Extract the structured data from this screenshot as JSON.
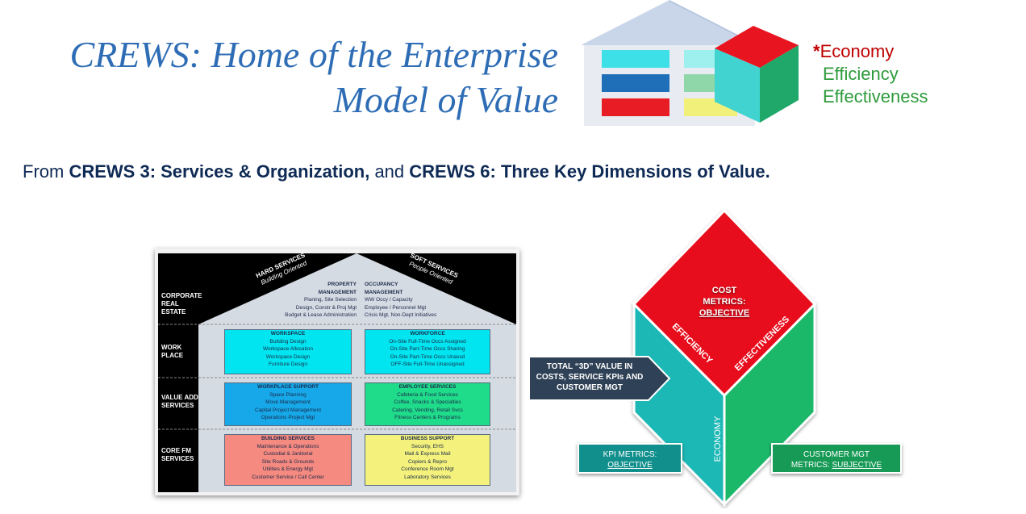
{
  "header": {
    "title_line1": "CREWS: Home of the Enterprise",
    "title_line2": "Model of Value",
    "legend_star": "*",
    "legend": [
      "Economy",
      "Efficiency",
      "Effectiveness"
    ],
    "colors": {
      "economy": "#c00000",
      "efficiency": "#2e9b3c",
      "effectiveness": "#2e9b3c",
      "title": "#2e6db5"
    }
  },
  "subtitle": {
    "prefix": "From ",
    "part1": "CREWS 3: Services & Organization,",
    "mid": " and ",
    "part2": "CREWS 6: Three Key Dimensions of Value."
  },
  "house": {
    "roof_left_title": "HARD SERVICES",
    "roof_left_sub": "Building Oriented",
    "roof_right_title": "SOFT SERVICES",
    "roof_right_sub": "People Oriented",
    "rows": [
      "CORPORATE REAL ESTATE",
      "WORK PLACE",
      "VALUE ADD SERVICES",
      "CORE FM SERVICES"
    ],
    "property": {
      "title": "PROPERTY MANAGEMENT",
      "lines": [
        "Planing, Site Selection",
        "Design, Constr & Proj Mgt",
        "Budget & Lease Administration"
      ]
    },
    "occupancy": {
      "title": "OCCUPANCY MANAGEMENT",
      "lines": [
        "WW Occy / Capacity",
        "Employee / Personnel Mgt",
        "Crisis Mgt, Non-Dept Initiatives"
      ]
    },
    "workspace": {
      "title": "WORKSPACE",
      "lines": [
        "Building Design",
        "Workspace Allocation",
        "Workspace Design",
        "Furniture Design"
      ]
    },
    "workforce": {
      "title": "WORKFORCE",
      "lines": [
        "On-Site Full-Time Occs Assigned",
        "On-Site Part-Time Occs Sharing",
        "On-Site Part-Time Occs Unassd",
        "OFF-Site Full-Time Unassigned"
      ]
    },
    "workplace_support": {
      "title": "WORKPLACE SUPPORT",
      "lines": [
        "Space Planning",
        "Move Management",
        "Capital Project Management",
        "Operations Project Mgt"
      ]
    },
    "employee_services": {
      "title": "EMPLOYEE SERVICES",
      "lines": [
        "Cafeteria & Food Services",
        "Coffee, Snacks & Specialties",
        "Catering, Vending, Retail Svcs",
        "Fitness Centers & Programs"
      ]
    },
    "building_services": {
      "title": "BUILDING SERVICES",
      "lines": [
        "Maintenance & Operations",
        "Custodial & Janitorial",
        "Site Roads & Grounds",
        "Utilities & Energy Mgt",
        "Customer Service / Call Center"
      ]
    },
    "business_support": {
      "title": "BUSINESS SUPPORT",
      "lines": [
        "Security, EHS",
        "Mail & Express Mail",
        "Copiers & Repro",
        "Conference Room Mgt",
        "Laboratory Services"
      ]
    }
  },
  "cube": {
    "top_line1": "COST",
    "top_line2": "METRICS:",
    "top_line3": "OBJECTIVE",
    "efficiency": "EFFICIENCY",
    "effectiveness": "EFFECTIVENESS",
    "economy": "ECONOMY",
    "arrow_lines": [
      "TOTAL “3D” VALUE IN",
      "COSTS, SERVICE KPIs AND",
      "CUSTOMER MGT"
    ],
    "kpi_line1": "KPI METRICS:",
    "kpi_line2": "OBJECTIVE",
    "cust_line1": "CUSTOMER MGT",
    "cust_line2a": "METRICS: ",
    "cust_line2b": "SUBJECTIVE"
  }
}
